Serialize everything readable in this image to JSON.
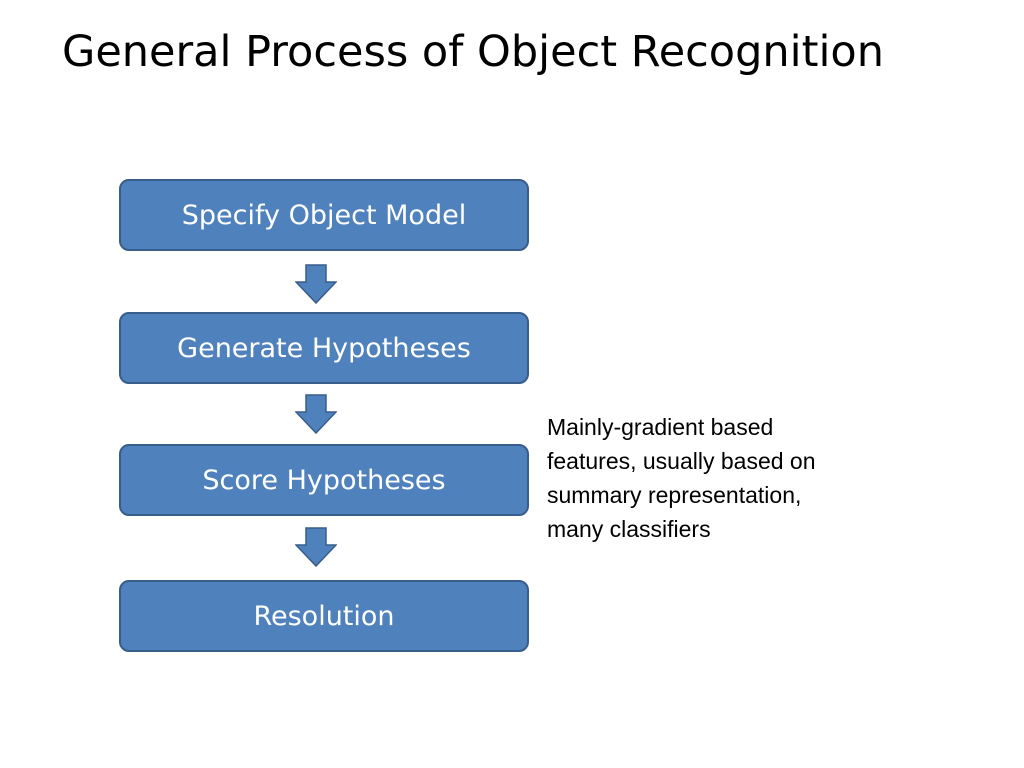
{
  "slide": {
    "title": "General Process of Object Recognition"
  },
  "flow": {
    "steps": [
      {
        "label": "Specify Object Model"
      },
      {
        "label": "Generate Hypotheses"
      },
      {
        "label": "Score Hypotheses"
      },
      {
        "label": "Resolution"
      }
    ],
    "arrow_icon": "arrow-down-icon"
  },
  "note": {
    "lines": [
      "Mainly-gradient based",
      "features, usually based on",
      "summary representation,",
      "many classifiers"
    ]
  },
  "colors": {
    "box_fill": "#4f81bd",
    "box_border": "#385d8a",
    "box_text": "#ffffff",
    "arrow_fill": "#4f81bd"
  }
}
